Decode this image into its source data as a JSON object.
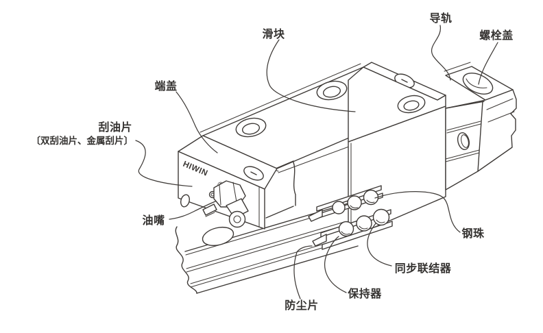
{
  "figure": {
    "kind": "technical line drawing",
    "subject": "linear guideway block and rail cutaway",
    "brand_logo": "HIWIN",
    "registered_mark": "®",
    "ink_color": "#3e3a37",
    "text_color": "#343230",
    "background_color": "#ffffff",
    "labels": [
      {
        "id": "slider",
        "text": "滑块"
      },
      {
        "id": "rail",
        "text": "导轨"
      },
      {
        "id": "bolt-cover",
        "text": "螺栓盖"
      },
      {
        "id": "end-cap",
        "text": "端盖"
      },
      {
        "id": "oil-scraper",
        "text": "刮油片"
      },
      {
        "id": "oil-scraper-2",
        "text": "〔双刮油片、金属刮片〕"
      },
      {
        "id": "grease-nipple",
        "text": "油嘴"
      },
      {
        "id": "steel-ball",
        "text": "钢珠"
      },
      {
        "id": "synchronizer",
        "text": "同步联结器"
      },
      {
        "id": "retainer",
        "text": "保持器"
      },
      {
        "id": "dust-strip",
        "text": "防尘片"
      }
    ]
  }
}
